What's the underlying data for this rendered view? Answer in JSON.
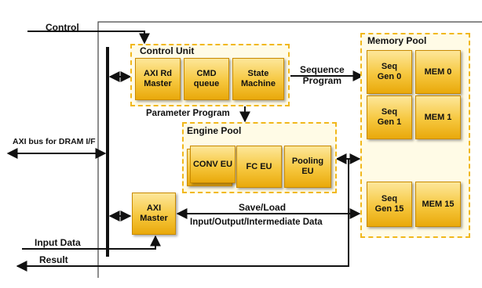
{
  "external": {
    "control": "Control",
    "axi_bus": "AXI bus for DRAM I/F",
    "input_data": "Input Data",
    "result": "Result"
  },
  "control_unit": {
    "title": "Control Unit",
    "blocks": [
      "AXI Rd\nMaster",
      "CMD\nqueue",
      "State\nMachine"
    ]
  },
  "engine_pool": {
    "title": "Engine Pool",
    "blocks": [
      "CONV EU",
      "FC EU",
      "Pooling\nEU"
    ]
  },
  "memory_pool": {
    "title": "Memory Pool",
    "seq_gens": [
      "Seq\nGen 0",
      "Seq\nGen 1",
      "Seq\nGen 15"
    ],
    "mems": [
      "MEM 0",
      "MEM 1",
      "MEM 15"
    ]
  },
  "axi_master": "AXI\nMaster",
  "labels": {
    "sequence_program": "Sequence\nProgram",
    "parameter_program": "Parameter Program",
    "save_load": "Save/Load",
    "io_data": "Input/Output/Intermediate Data"
  },
  "colors": {
    "block_fill": "#f6c73e",
    "dashed_border": "#f1b81c",
    "line": "#111111"
  }
}
